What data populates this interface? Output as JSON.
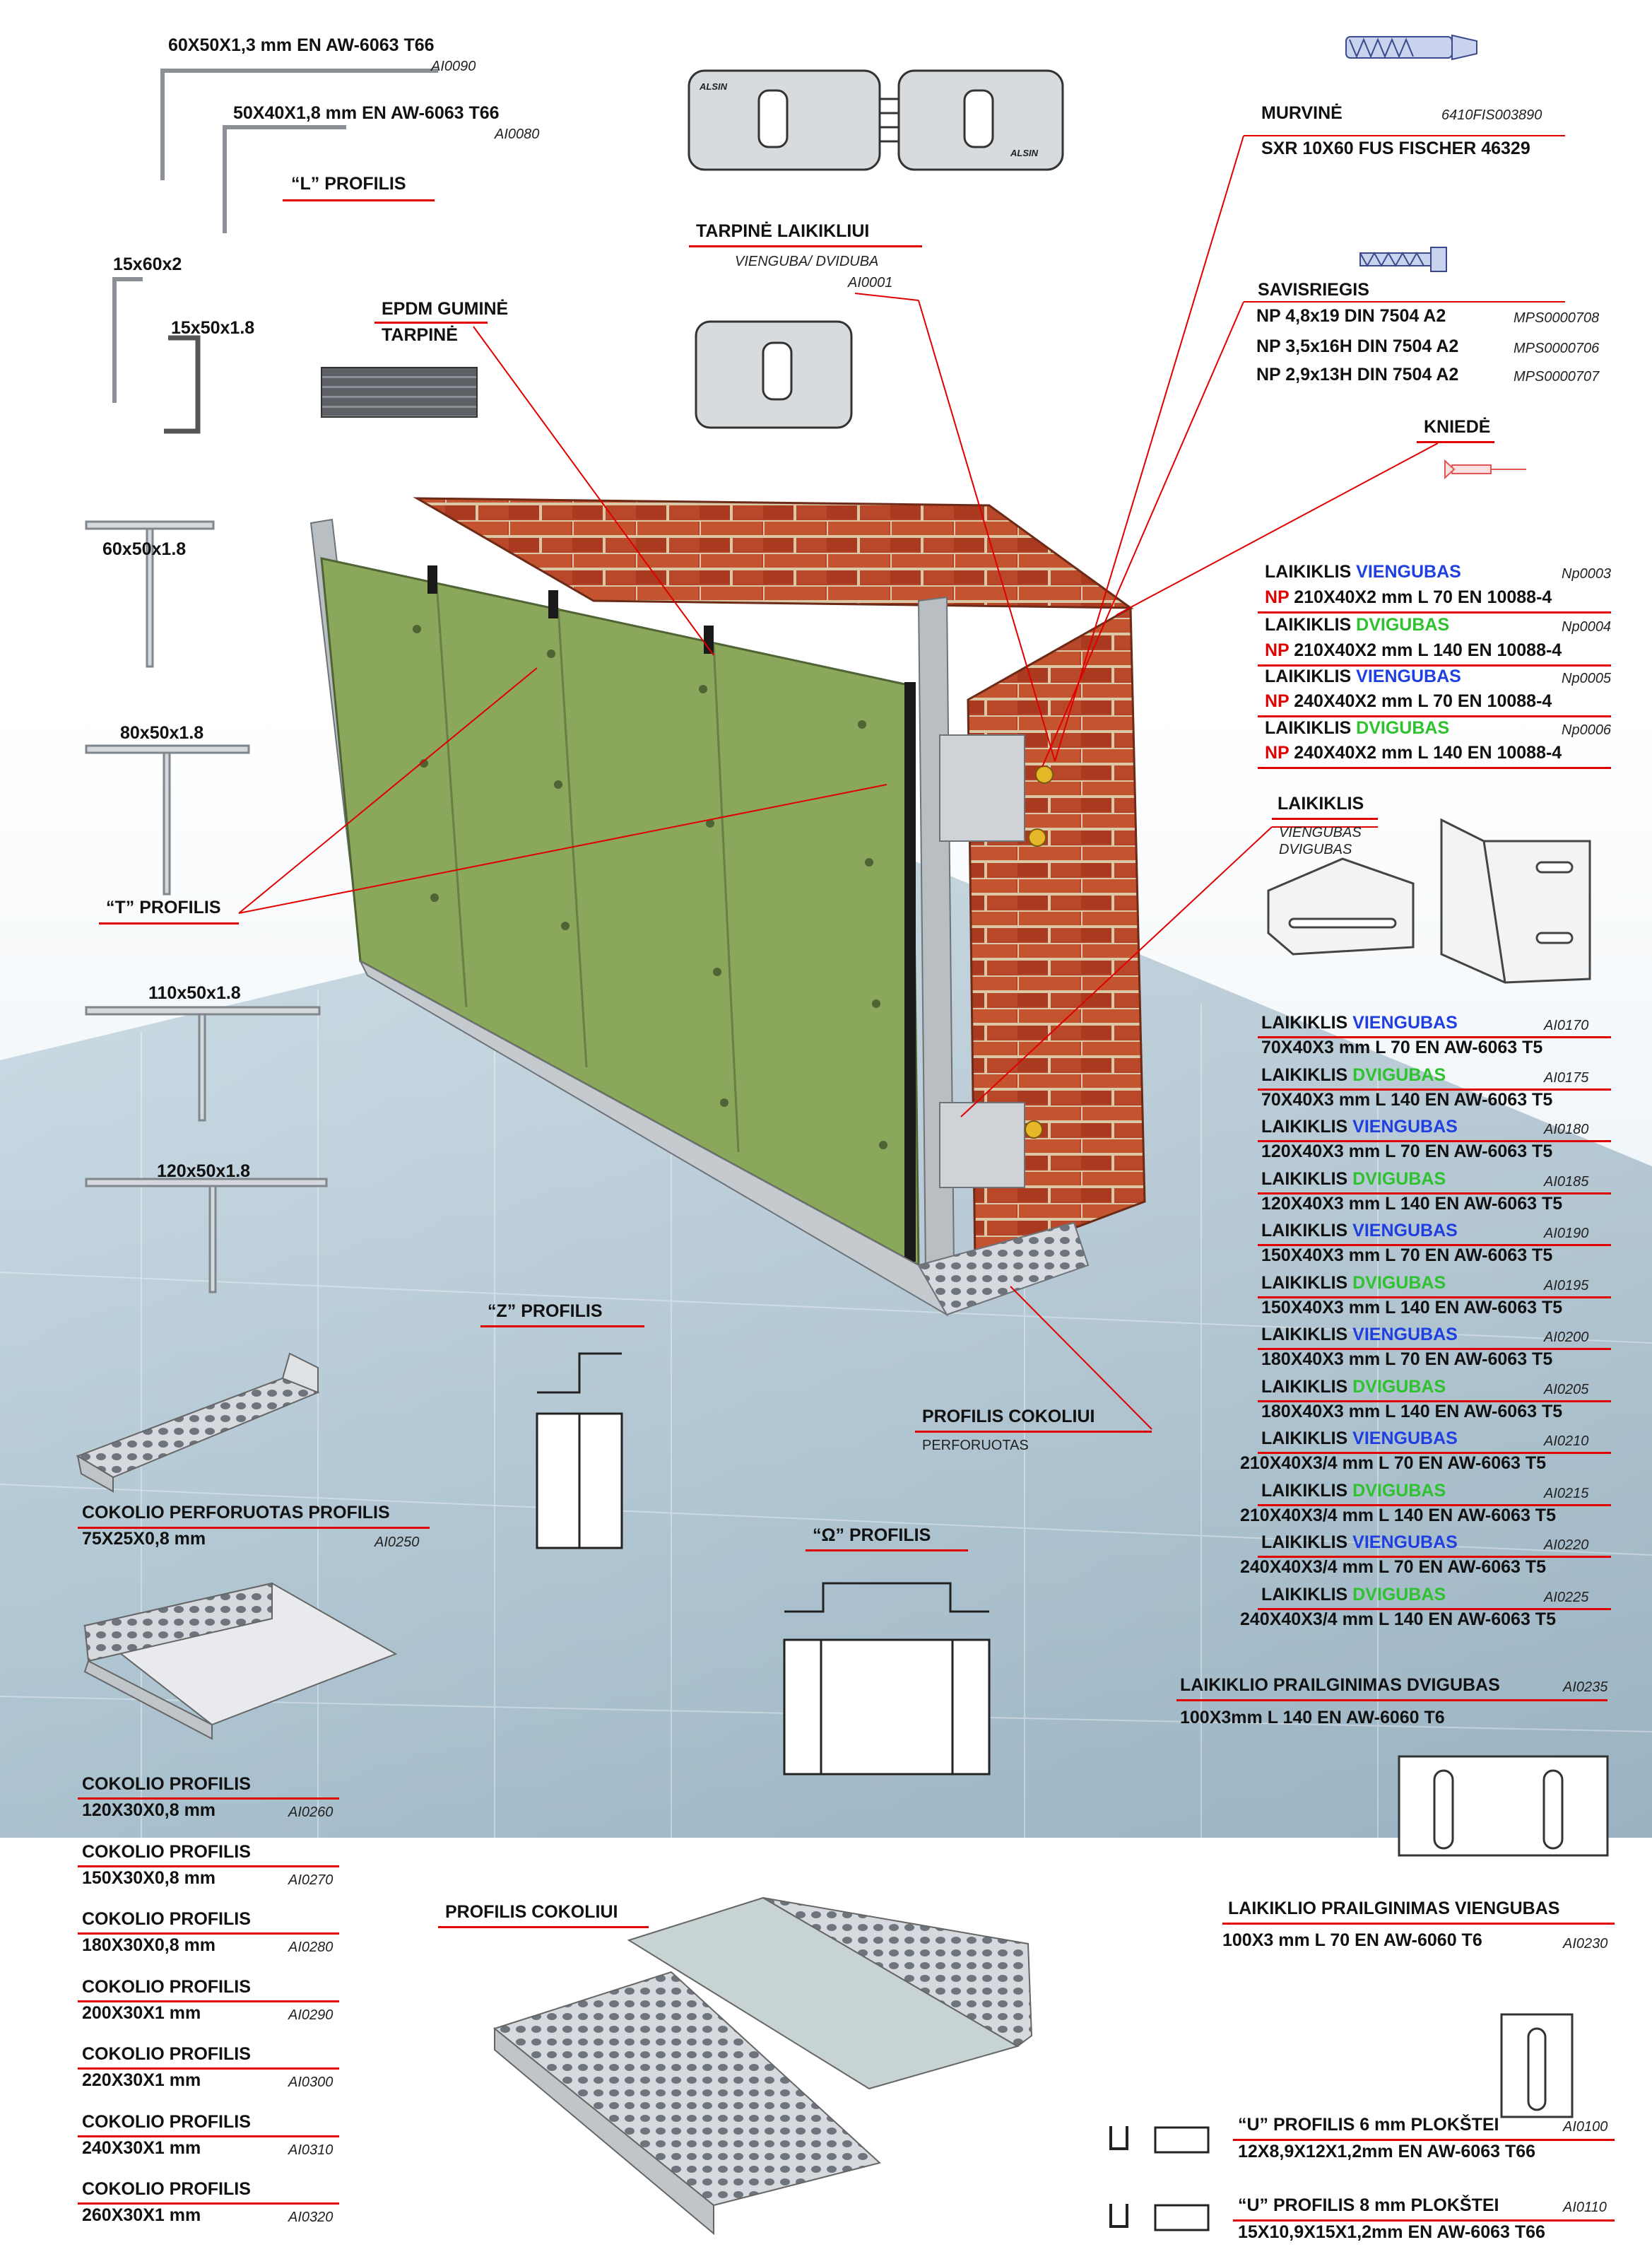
{
  "colors": {
    "accent_red": "#e00000",
    "viengubas_blue": "#1f3fe0",
    "dvigubas_green": "#2fc22f",
    "panel_green": "#8ba75b",
    "brick": "#b8462a",
    "metal": "#c9ccd0"
  },
  "l_profiles": {
    "p1": {
      "label": "60X50X1,3 mm EN AW-6063 T66",
      "code": "AI0090"
    },
    "p2": {
      "label": "50X40X1,8 mm EN AW-6063 T66",
      "code": "AI0080"
    },
    "title": "“L” PROFILIS"
  },
  "small_l": {
    "a": "15x60x2",
    "b": "15x50x1.8"
  },
  "epdm": {
    "line1": "EPDM GUMINĖ",
    "line2": "TARPINĖ"
  },
  "t_profiles": {
    "t1": "60x50x1.8",
    "t2": "80x50x1.8",
    "title": "“T” PROFILIS",
    "t3": "110x50x1.8",
    "t4": "120x50x1.8"
  },
  "spacer": {
    "title": "TARPINĖ LAIKIKLIUI",
    "sub": "VIENGUBA/ DVIDUBA",
    "code": "AI0001",
    "brand": "ALSIN",
    "brand2": "ALSIN"
  },
  "anchor": {
    "title": "MURVINĖ",
    "code": "6410FIS003890",
    "spec": "SXR 10X60 FUS FISCHER 46329"
  },
  "screw": {
    "title": "SAVISRIEGIS",
    "rows": [
      {
        "spec": "NP 4,8x19 DIN 7504 A2",
        "code": "MPS0000708"
      },
      {
        "spec": "NP 3,5x16H DIN 7504 A2",
        "code": "MPS0000706"
      },
      {
        "spec": "NP 2,9x13H DIN 7504 A2",
        "code": "MPS0000707"
      }
    ]
  },
  "rivet": {
    "title": "KNIEDĖ"
  },
  "np_brackets": [
    {
      "type": "VIENGUBAS",
      "code": "Np0003",
      "spec": "210X40X2 mm  L  70 EN 10088-4"
    },
    {
      "type": "DVIGUBAS",
      "code": "Np0004",
      "spec": "210X40X2 mm L 140 EN 10088-4"
    },
    {
      "type": "VIENGUBAS",
      "code": "Np0005",
      "spec": "240X40X2 mm  L  70 EN 10088-4"
    },
    {
      "type": "DVIGUBAS",
      "code": "Np0006",
      "spec": "240X40X2 mm L 140 EN 10088-4"
    }
  ],
  "bracket_word": "LAIKIKLIS ",
  "np_prefix": "NP",
  "laikiklis": {
    "title": "LAIKIKLIS",
    "sub1": "VIENGUBAS",
    "sub2": "DVIGUBAS"
  },
  "al_brackets": [
    {
      "type": "VIENGUBAS",
      "code": "AI0170",
      "spec": "70X40X3 mm  L  70 EN AW-6063 T5"
    },
    {
      "type": "DVIGUBAS",
      "code": "AI0175",
      "spec": "70X40X3 mm L 140 EN AW-6063 T5"
    },
    {
      "type": "VIENGUBAS",
      "code": "AI0180",
      "spec": "120X40X3 mm  L  70 EN AW-6063 T5"
    },
    {
      "type": "DVIGUBAS",
      "code": "AI0185",
      "spec": "120X40X3 mm L 140 EN AW-6063 T5"
    },
    {
      "type": "VIENGUBAS",
      "code": "AI0190",
      "spec": "150X40X3 mm  L  70 EN AW-6063 T5"
    },
    {
      "type": "DVIGUBAS",
      "code": "AI0195",
      "spec": "150X40X3 mm L 140 EN AW-6063 T5"
    },
    {
      "type": "VIENGUBAS",
      "code": "AI0200",
      "spec": "180X40X3 mm  L  70 EN AW-6063 T5"
    },
    {
      "type": "DVIGUBAS",
      "code": "AI0205",
      "spec": "180X40X3 mm L 140 EN AW-6063 T5"
    },
    {
      "type": "VIENGUBAS",
      "code": "AI0210",
      "spec": "210X40X3/4 mm  L  70 EN AW-6063 T5"
    },
    {
      "type": "DVIGUBAS",
      "code": "AI0215",
      "spec": "210X40X3/4 mm L 140 EN AW-6063 T5"
    },
    {
      "type": "VIENGUBAS",
      "code": "AI0220",
      "spec": "240X40X3/4 mm  L  70 EN AW-6063 T5"
    },
    {
      "type": "DVIGUBAS",
      "code": "AI0225",
      "spec": "240X40X3/4 mm L 140 EN AW-6063 T5"
    }
  ],
  "ext_double": {
    "title": "LAIKIKLIO PRAILGINIMAS DVIGUBAS",
    "code": "AI0235",
    "spec": "100X3mm L 140 EN AW-6060 T6"
  },
  "ext_single": {
    "title": "LAIKIKLIO PRAILGINIMAS VIENGUBAS",
    "code": "AI0230",
    "spec": "100X3 mm L 70 EN AW-6060  T6"
  },
  "z_profile": {
    "title": "“Z” PROFILIS"
  },
  "omega_profile": {
    "title": "“Ω” PROFILIS"
  },
  "cokoliui": {
    "title": "PROFILIS COKOLIUI",
    "sub": "PERFORUOTAS"
  },
  "cokolio_perf": {
    "title": "COKOLIO PERFORUOTAS PROFILIS",
    "spec": "75X25X0,8 mm",
    "code": "AI0250"
  },
  "cokolio": [
    {
      "title": "COKOLIO PROFILIS",
      "spec": "120X30X0,8 mm",
      "code": "AI0260"
    },
    {
      "title": "COKOLIO PROFILIS",
      "spec": "150X30X0,8 mm",
      "code": "AI0270"
    },
    {
      "title": "COKOLIO PROFILIS",
      "spec": "180X30X0,8 mm",
      "code": "AI0280"
    },
    {
      "title": "COKOLIO PROFILIS",
      "spec": "200X30X1 mm",
      "code": "AI0290"
    },
    {
      "title": "COKOLIO PROFILIS",
      "spec": "220X30X1 mm",
      "code": "AI0300"
    },
    {
      "title": "COKOLIO PROFILIS",
      "spec": "240X30X1 mm",
      "code": "AI0310"
    },
    {
      "title": "COKOLIO PROFILIS",
      "spec": "260X30X1 mm",
      "code": "AI0320"
    }
  ],
  "profilis_cokoliui_bottom": "PROFILIS COKOLIUI",
  "u_profiles": [
    {
      "title": "“U” PROFILIS 6 mm PLOKŠTEI",
      "code": "AI0100",
      "spec": "12X8,9X12X1,2mm EN AW-6063 T66"
    },
    {
      "title": "“U” PROFILIS 8 mm PLOKŠTEI",
      "code": "AI0110",
      "spec": "15X10,9X15X1,2mm EN AW-6063 T66"
    }
  ]
}
